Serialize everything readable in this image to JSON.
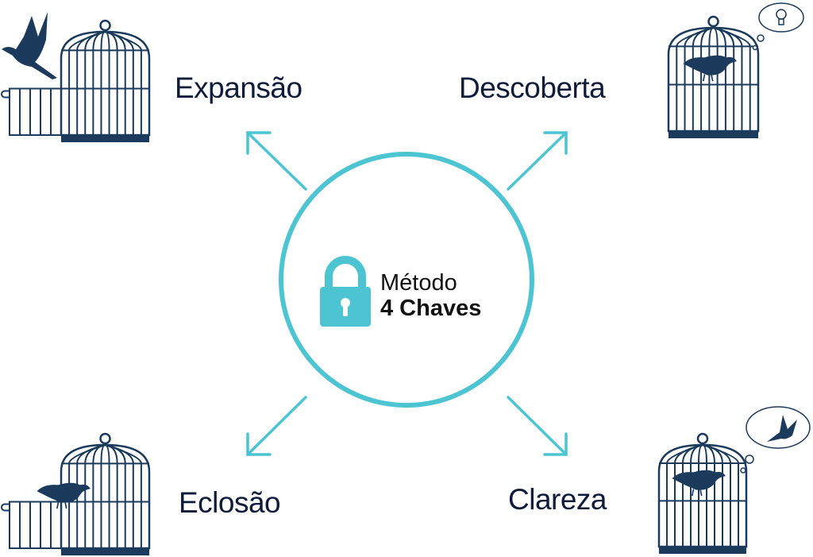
{
  "center": {
    "line1": "Método",
    "line2": "4 Chaves",
    "icon": "padlock-icon"
  },
  "keys": [
    {
      "label": "Expansão",
      "illustration": "bird-flying-out-of-open-cage"
    },
    {
      "label": "Descoberta",
      "illustration": "bird-in-cage-with-lightbulb-thought"
    },
    {
      "label": "Eclosão",
      "illustration": "bird-at-open-cage-door"
    },
    {
      "label": "Clareza",
      "illustration": "bird-in-cage-dreaming-of-flight"
    }
  ],
  "colors": {
    "navy": "#1b3a5c",
    "teal": "#4cc4d2",
    "text": "#0f1b3a"
  }
}
